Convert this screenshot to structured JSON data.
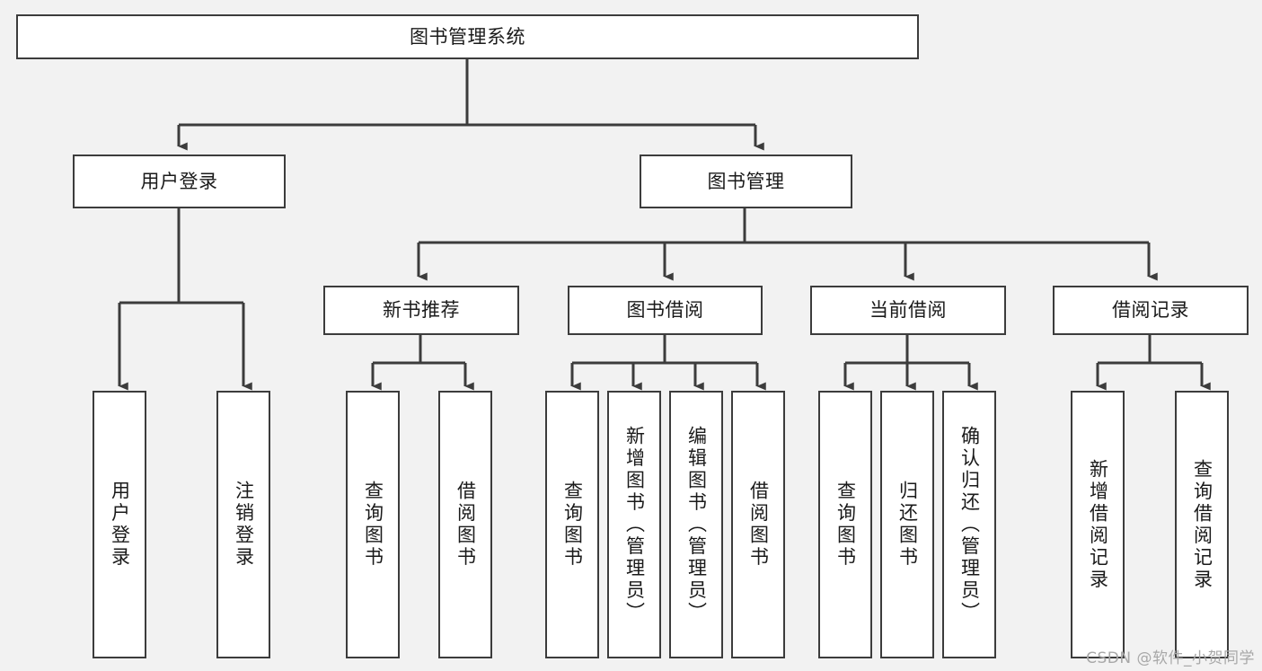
{
  "diagram": {
    "title": "图书管理系统",
    "type": "tree-structure-chart",
    "watermark": "CSDN @软件_小贺同学",
    "colors": {
      "page_background": "#f2f2f2",
      "node_fill": "#ffffff",
      "node_border": "#3c3c3c",
      "edge": "#3c3c3c",
      "text": "#1a1a1a",
      "watermark": "#a8a8a8"
    },
    "nodes": {
      "root": {
        "label": "图书管理系统"
      },
      "level1": [
        {
          "label": "用户登录"
        },
        {
          "label": "图书管理"
        }
      ],
      "level2": [
        {
          "label": "新书推荐"
        },
        {
          "label": "图书借阅"
        },
        {
          "label": "当前借阅"
        },
        {
          "label": "借阅记录"
        }
      ],
      "leaves": {
        "user_login": [
          {
            "label": "用户登录"
          },
          {
            "label": "注销登录"
          }
        ],
        "new_book_recommend": [
          {
            "label": "查询图书"
          },
          {
            "label": "借阅图书"
          }
        ],
        "book_borrow": [
          {
            "label": "查询图书"
          },
          {
            "label": "新增图书（管理员）"
          },
          {
            "label": "编辑图书（管理员）"
          },
          {
            "label": "借阅图书"
          }
        ],
        "current_borrow": [
          {
            "label": "查询图书"
          },
          {
            "label": "归还图书"
          },
          {
            "label": "确认归还（管理员）"
          }
        ],
        "borrow_record": [
          {
            "label": "新增借阅记录"
          },
          {
            "label": "查询借阅记录"
          }
        ]
      }
    }
  }
}
